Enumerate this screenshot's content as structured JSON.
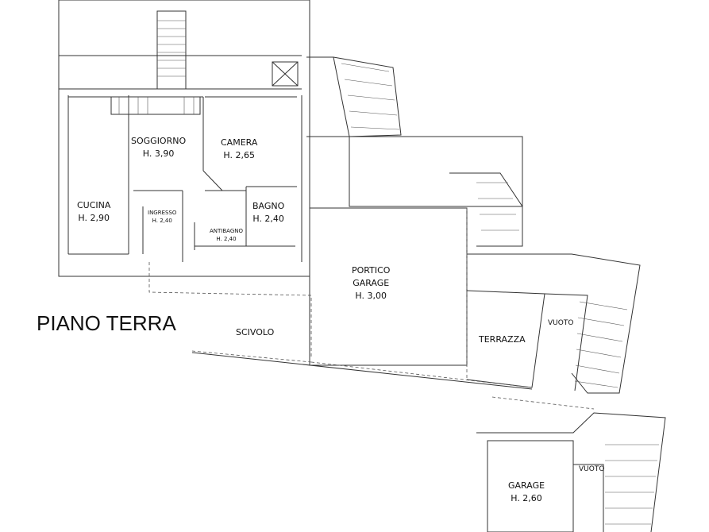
{
  "title": "PIANO TERRA",
  "rooms": {
    "soggiorno": {
      "name": "SOGGIORNO",
      "height": "H. 3,90"
    },
    "camera": {
      "name": "CAMERA",
      "height": "H. 2,65"
    },
    "cucina": {
      "name": "CUCINA",
      "height": "H. 2,90"
    },
    "bagno": {
      "name": "BAGNO",
      "height": "H. 2,40"
    },
    "ingresso": {
      "name": "INGRESSO",
      "height": "H. 2,40"
    },
    "antibagno": {
      "name": "ANTIBAGNO",
      "height": "H. 2,40"
    },
    "portico": {
      "name": "PORTICO",
      "name2": "GARAGE",
      "height": "H. 3,00"
    },
    "scivolo": {
      "name": "SCIVOLO"
    },
    "terrazza": {
      "name": "TERRAZZA"
    },
    "vuoto_1": {
      "name": "VUOTO"
    },
    "vuoto_2": {
      "name": "VUOTO"
    },
    "garage": {
      "name": "GARAGE",
      "height": "H. 2,60"
    }
  },
  "line_color": "#222222",
  "dash_color": "#555555"
}
